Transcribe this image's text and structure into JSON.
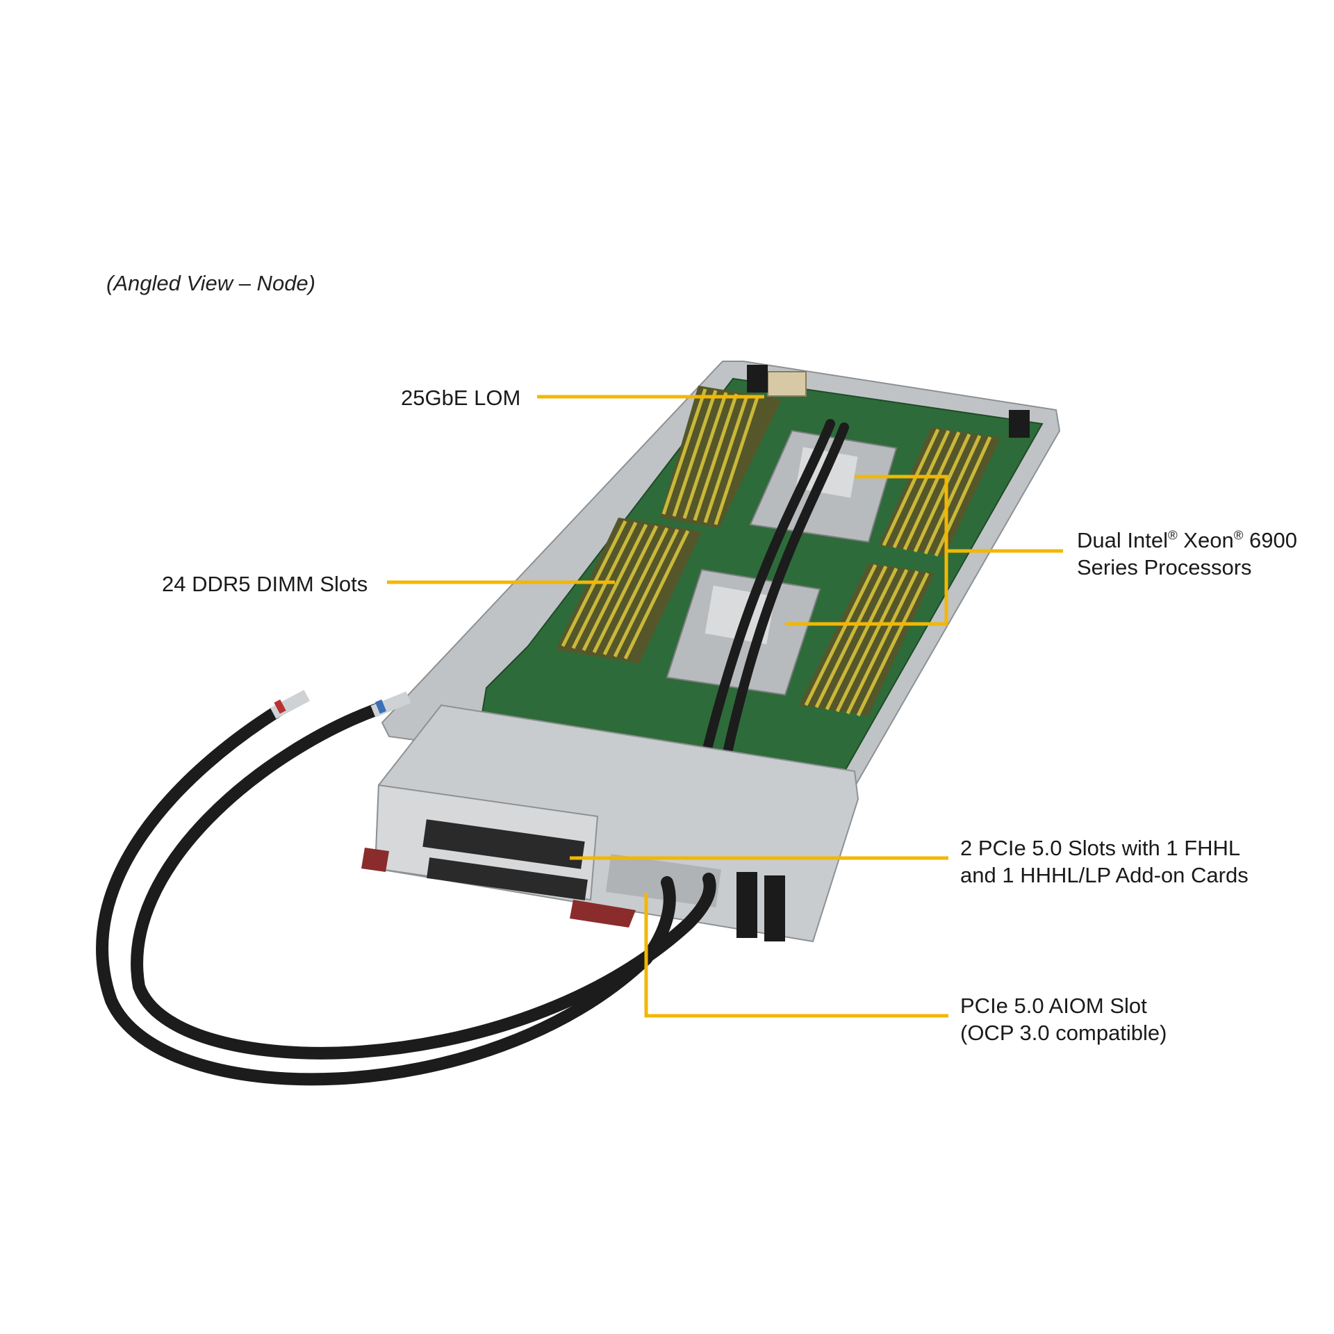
{
  "view_title": "(Angled View – Node)",
  "callouts": {
    "lom": {
      "line1": "25GbE LOM"
    },
    "dimm": {
      "line1": "24 DDR5 DIMM Slots"
    },
    "cpu": {
      "line1_a": "Dual Intel",
      "line1_b": " Xeon",
      "line1_c": " 6900",
      "reg": "®",
      "line2": "Series Processors"
    },
    "pcie": {
      "line1": "2 PCIe 5.0 Slots with 1 FHHL",
      "line2": "and 1 HHHL/LP Add-on Cards"
    },
    "aiom": {
      "line1": "PCIe 5.0 AIOM Slot",
      "line2": "(OCP 3.0 compatible)"
    }
  },
  "colors": {
    "leader": "#F2B705",
    "pcb": "#2E6B3A",
    "chassis": "#C9CCCE",
    "dimm": "#7A7A3A",
    "hose": "#1C1C1C",
    "handle": "#8B2C2C"
  }
}
